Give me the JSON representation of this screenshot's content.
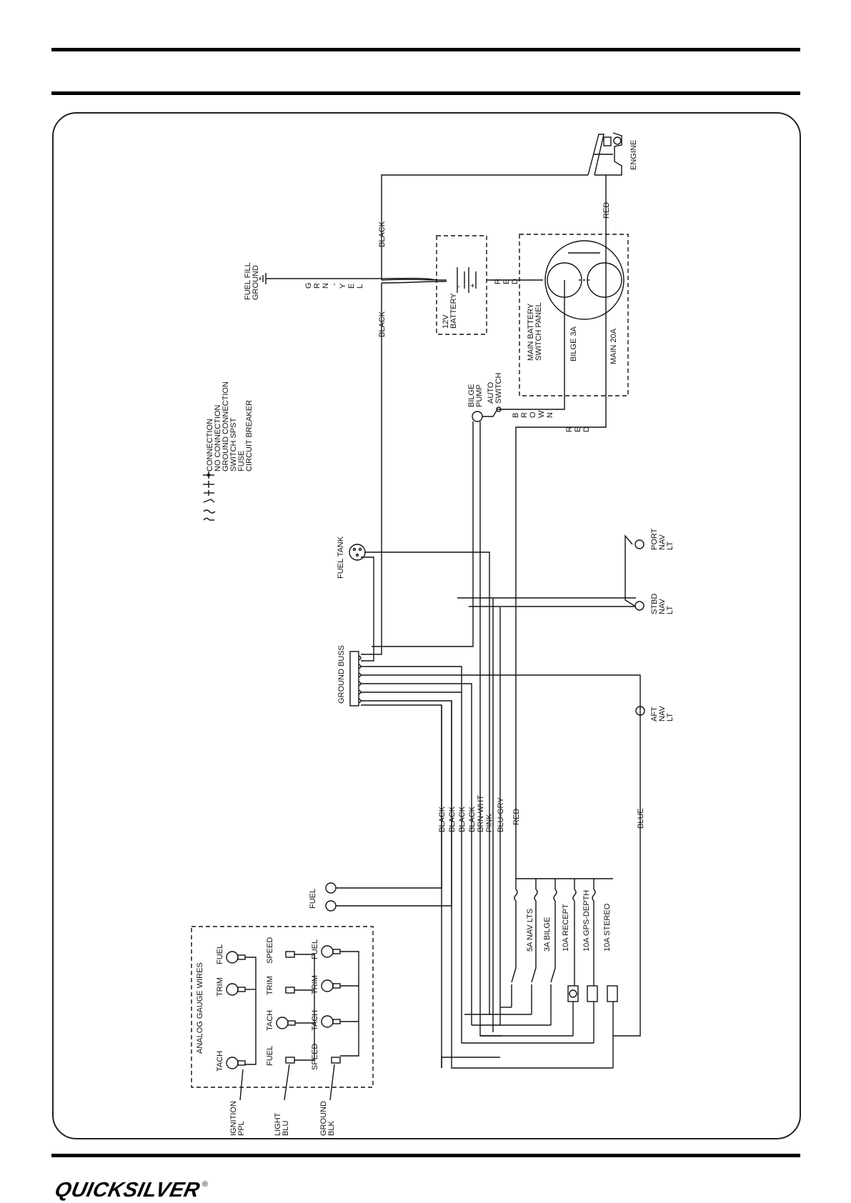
{
  "brand": {
    "name": "QUICKSILVER",
    "reg": "®"
  },
  "legend": {
    "connection": "CONNECTION",
    "no_connection": "NO CONNECTION",
    "ground_connection": "GROUND CONNECTION",
    "switch_spst": "SWITCH SPST",
    "fuse": "FUSE",
    "circuit_breaker": "CIRCUIT BREAKER"
  },
  "components": {
    "engine": "ENGINE",
    "fuel_fill_ground": [
      "FUEL FILL",
      "GROUND"
    ],
    "battery": [
      "12V",
      "BATTERY"
    ],
    "battery_minus": "-",
    "battery_plus": "+",
    "main_panel": [
      "MAIN BATTERY",
      "SWITCH PANEL"
    ],
    "bilge_3a": "BILGE 3A",
    "main_20a": "MAIN 20A",
    "bilge_pump": [
      "BILGE",
      "PUMP"
    ],
    "auto_switch": [
      "AUTO",
      "SWITCH"
    ],
    "fuel_tank": "FUEL TANK",
    "ground_buss": "GROUND BUSS",
    "port_nav": [
      "PORT",
      "NAV",
      "LT"
    ],
    "stbd_nav": [
      "STBD",
      "NAV",
      "LT"
    ],
    "aft_nav": [
      "AFT",
      "NAV",
      "LT"
    ],
    "fuel_ring": "FUEL",
    "analog_gauge_wires": "ANALOG GAUGE WIRES",
    "ignition": [
      "IGNITION",
      "PPL"
    ],
    "light": [
      "LIGHT",
      "BLU"
    ],
    "ground_blk": [
      "GROUND",
      "BLK"
    ]
  },
  "gauge_labels": {
    "tach": "TACH",
    "trim": "TRIM",
    "fuel": "FUEL",
    "speed": "SPEED"
  },
  "wire_labels": {
    "black": "BLACK",
    "red": "RED",
    "blue": "BLUE",
    "grn_yel": [
      "G",
      "R",
      "N",
      "-",
      "Y",
      "E",
      "L"
    ],
    "red_vert": [
      "R",
      "E",
      "D"
    ],
    "brown_vert": [
      "B",
      "R",
      "O",
      "W",
      "N"
    ],
    "brn_wht": "BRN-WHT",
    "pink": "PINK",
    "blu_gry": "BLU-GRY"
  },
  "fuses": [
    "5A NAV LTS",
    "3A BILGE",
    "10A RECEPT",
    "10A GPS-DEPTH",
    "10A STEREO"
  ]
}
